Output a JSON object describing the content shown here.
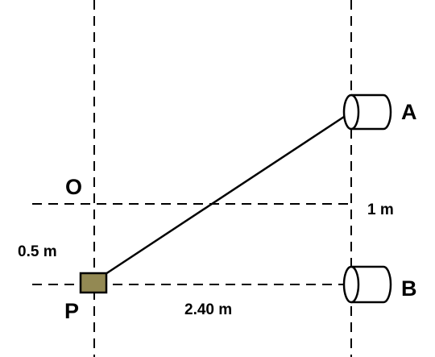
{
  "labels": {
    "point_o": "O",
    "point_p": "P",
    "point_a": "A",
    "point_b": "B",
    "dim_vertical_left": "0.5 m",
    "dim_vertical_right": "1 m",
    "dim_horizontal": "2.40 m"
  },
  "colors": {
    "block_fill": "#938953",
    "line": "#000000"
  }
}
